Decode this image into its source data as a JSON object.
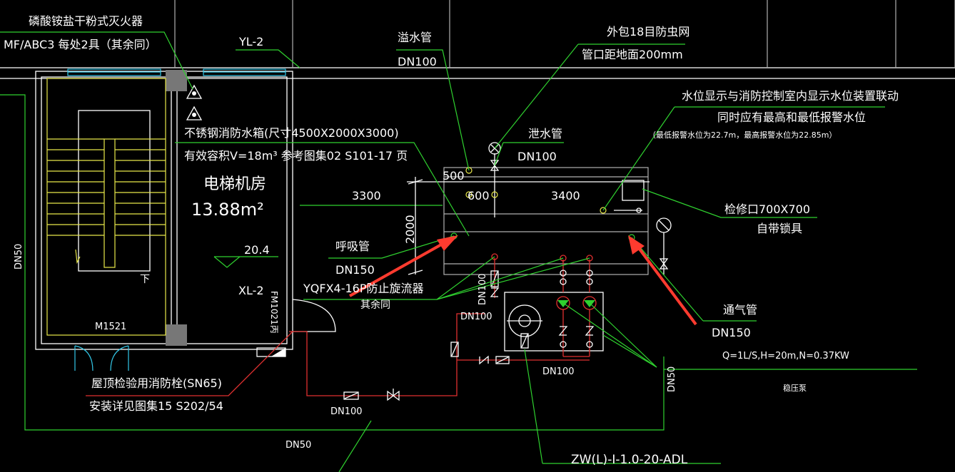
{
  "labels": {
    "extinguisher_1": "磷酸铵盐干粉式灭火器",
    "extinguisher_2": "MF/ABC3 每处2具（其余同）",
    "yl2": "YL-2",
    "overflow_1": "溢水管",
    "overflow_2": "DN100",
    "screen_1": "外包18目防虫网",
    "screen_2": "管口距地面200mm",
    "level_1": "水位显示与消防控制室内显示水位装置联动",
    "level_2": "同时应有最高和最低报警水位",
    "level_3": "（最低报警水位为22.7m，最高报警水位为22.85m）",
    "tank_1": "不锈钢消防水箱(尺寸4500X2000X3000)",
    "tank_2": "有效容积V=18m³   参考图集02 S101-17 页",
    "drain_1": "泄水管",
    "drain_2": "DN100",
    "room_name": "电梯机房",
    "room_area": "13.88m²",
    "dim_500": "500",
    "dim_3300": "3300",
    "dim_600": "600",
    "dim_3400": "3400",
    "dim_2000": "2000",
    "access_1": "检修口700X700",
    "access_2": "自带锁具",
    "elev": "20.4",
    "breath_1": "呼吸管",
    "breath_2": "DN150",
    "xl2": "XL-2",
    "fm": "FM1021丙",
    "vortex_1": "YQFX4-16P防止旋流器",
    "vortex_2": "其余同",
    "vent_1": "通气管",
    "vent_2": "DN150",
    "dn100_a": "DN100",
    "dn100_b": "DN100",
    "dn100_c": "DN100",
    "dn100_d": "DN100",
    "pump_spec": "Q=1L/S,H=20m,N=0.37KW",
    "dn50_left": "DN50",
    "dn50_right": "DN50",
    "dn50_bottom": "DN50",
    "stab_pump": "稳压泵",
    "m1521": "M1521",
    "hydrant_1": "屋顶检验用消防栓(SN65)",
    "hydrant_2": "安装详见图集15 S202/54",
    "down_mark": "下",
    "model": "ZW(L)-I-1.0-20-ADL"
  },
  "icons": [
    "fire-extinguisher-icon",
    "gate-valve-icon",
    "check-valve-icon",
    "pump-icon",
    "float-switch-icon",
    "annotation-arrow"
  ],
  "colors": {
    "background": "#000000",
    "wall": "#ffffff",
    "leader": "#2fd12f",
    "stair": "#e8e84a",
    "window": "#33c8e8",
    "pipe": "#e03030",
    "annotation_arrow": "#ff3b2f"
  }
}
